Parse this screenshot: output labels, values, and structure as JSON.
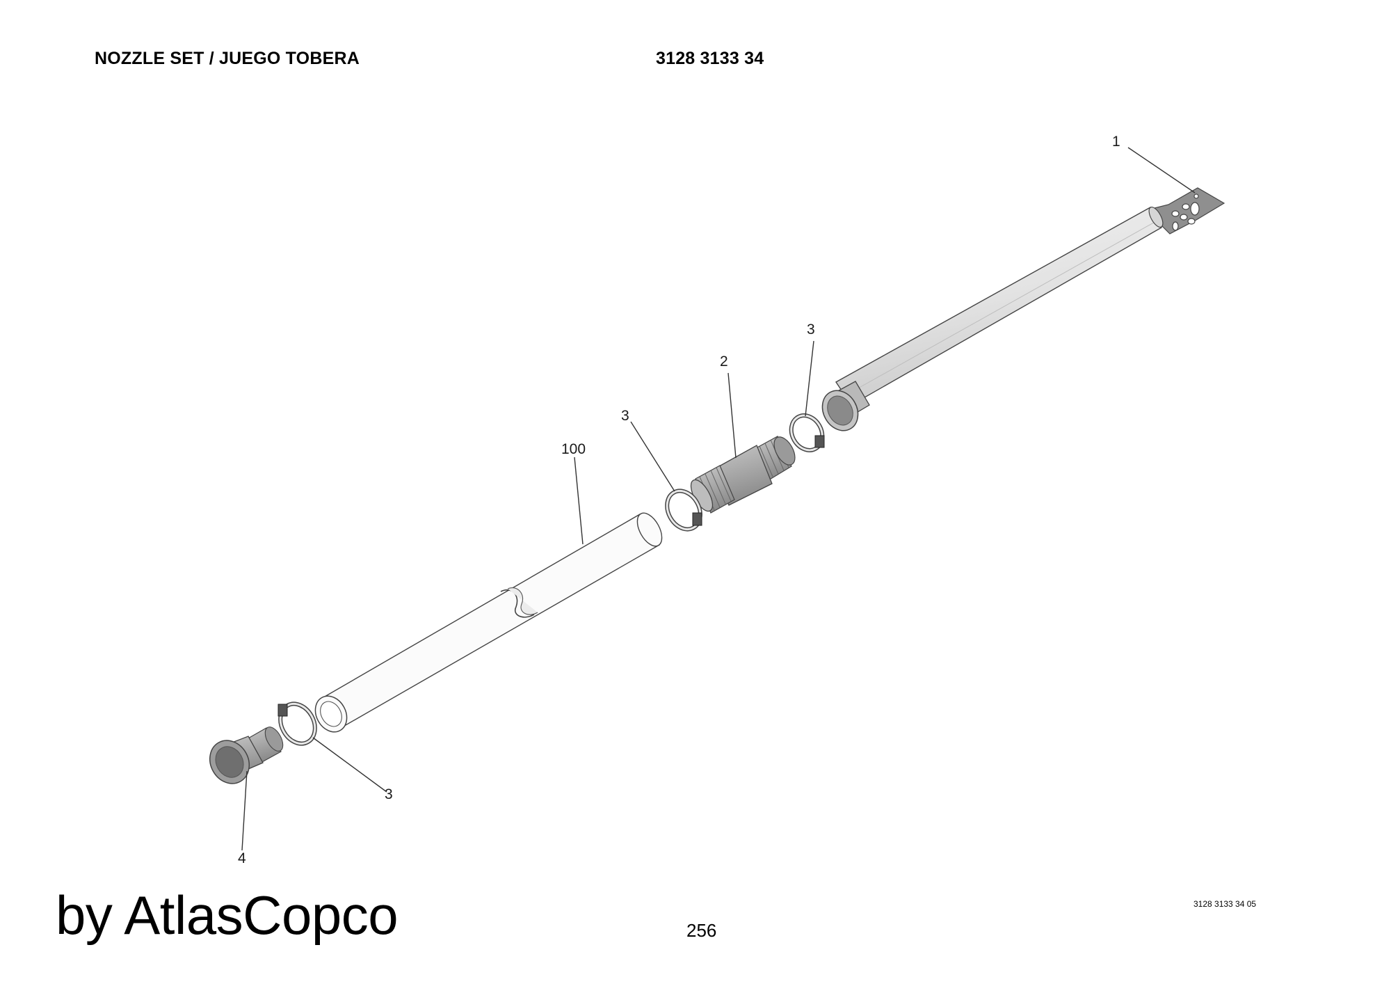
{
  "header": {
    "title": "NOZZLE SET / JUEGO TOBERA",
    "part_number": "3128 3133 34"
  },
  "footer": {
    "brand": "by AtlasCopco",
    "page_number": "256",
    "drawing_ref": "3128 3133 34 05"
  },
  "callouts": {
    "c1": "1",
    "c2": "2",
    "c3a": "3",
    "c3b": "3",
    "c3c": "3",
    "c4": "4",
    "c100": "100"
  },
  "colors": {
    "tube_fill": "#e6e6e6",
    "hose_fill": "#fbfbfb",
    "metal_fill": "#a8a8a8",
    "outline": "#444444"
  }
}
